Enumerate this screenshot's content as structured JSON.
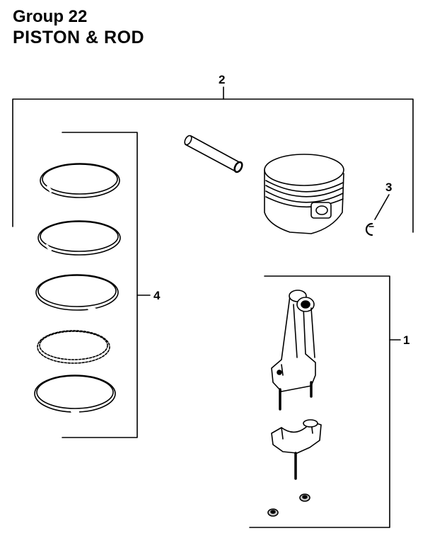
{
  "header": {
    "group_title": "Group 22",
    "section_title": "PISTON & ROD"
  },
  "callouts": {
    "connecting_rod": "1",
    "piston_assembly": "2",
    "retainer_clip": "3",
    "piston_rings": "4"
  },
  "colors": {
    "ink": "#000000",
    "paper": "#ffffff",
    "shade": "#c8c8c8"
  }
}
